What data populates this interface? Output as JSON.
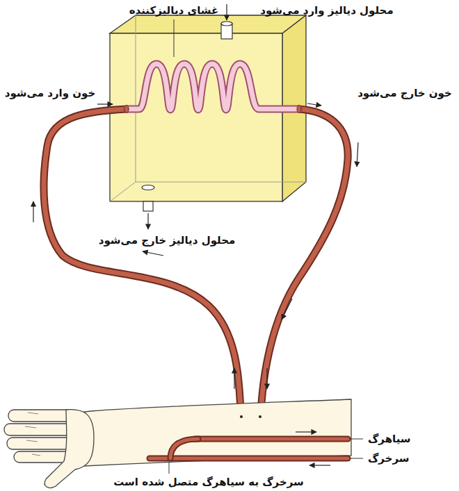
{
  "diagram": {
    "labels": [
      "غشای دیالیزکننده",
      "محلول دیالیز وارد می‌شود",
      "خون وارد می‌شود",
      "خون خارج می‌شود",
      "محلول دیالیز خارج می‌شود",
      "سیاهرگ",
      "سرخرگ",
      "سرخرگ به سیاهرگ متصل شده است"
    ]
  }
}
